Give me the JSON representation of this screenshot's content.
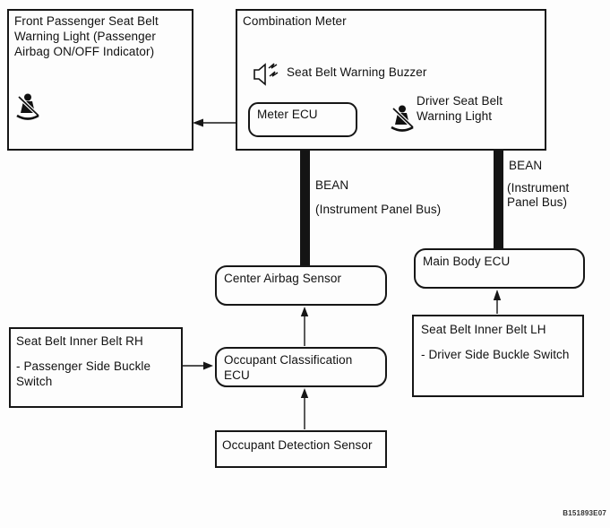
{
  "nodes": {
    "front_passenger_warning_light": {
      "label": "Front Passenger Seat Belt Warning Light (Passenger Airbag ON/OFF Indicator)"
    },
    "combination_meter": {
      "label": "Combination Meter"
    },
    "seat_belt_warning_buzzer": {
      "label": "Seat Belt Warning Buzzer"
    },
    "meter_ecu": {
      "label": "Meter ECU"
    },
    "driver_seat_belt_warning_light": {
      "label": "Driver Seat Belt Warning Light"
    },
    "center_airbag_sensor": {
      "label": "Center Airbag Sensor"
    },
    "main_body_ecu": {
      "label": "Main Body ECU"
    },
    "occupant_classification_ecu": {
      "label": "Occupant Classification ECU"
    },
    "occupant_detection_sensor": {
      "label": "Occupant Detection Sensor"
    },
    "seat_belt_inner_belt_rh": {
      "title": "Seat Belt Inner Belt RH",
      "detail": "- Passenger Side Buckle Switch"
    },
    "seat_belt_inner_belt_lh": {
      "title": "Seat Belt Inner Belt LH",
      "detail": "- Driver Side Buckle Switch"
    }
  },
  "bus_labels": {
    "left": {
      "name": "BEAN",
      "description": "(Instrument Panel Bus)"
    },
    "right": {
      "name": "BEAN",
      "description": "(Instrument Panel Bus)"
    }
  },
  "document_code": "B151893E07",
  "colors": {
    "line": "#161616",
    "background": "#fdfdfd"
  }
}
